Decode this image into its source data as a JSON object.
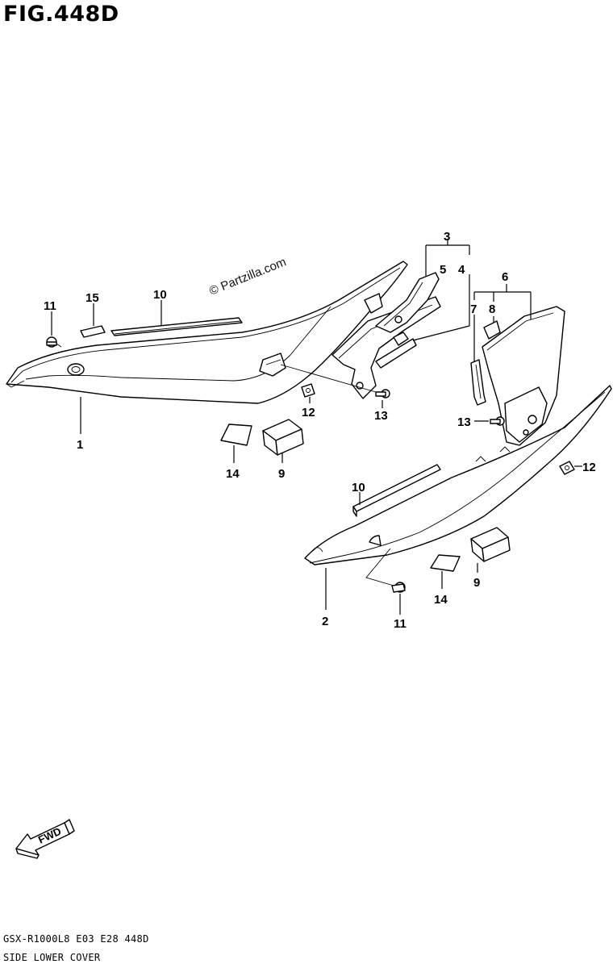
{
  "figure": {
    "title": "FIG.448D",
    "watermark": "© Partzilla.com",
    "fwd_label": "FWD",
    "footer_code": "GSX-R1000L8 E03 E28 448D",
    "footer_name": "SIDE LOWER COVER"
  },
  "callouts": [
    {
      "id": "c1",
      "label": "1"
    },
    {
      "id": "c2",
      "label": "2"
    },
    {
      "id": "c3",
      "label": "3"
    },
    {
      "id": "c4",
      "label": "4"
    },
    {
      "id": "c5",
      "label": "5"
    },
    {
      "id": "c6",
      "label": "6"
    },
    {
      "id": "c7",
      "label": "7"
    },
    {
      "id": "c8",
      "label": "8"
    },
    {
      "id": "c9a",
      "label": "9"
    },
    {
      "id": "c9b",
      "label": "9"
    },
    {
      "id": "c10a",
      "label": "10"
    },
    {
      "id": "c10b",
      "label": "10"
    },
    {
      "id": "c11a",
      "label": "11"
    },
    {
      "id": "c11b",
      "label": "11"
    },
    {
      "id": "c12a",
      "label": "12"
    },
    {
      "id": "c12b",
      "label": "12"
    },
    {
      "id": "c13a",
      "label": "13"
    },
    {
      "id": "c13b",
      "label": "13"
    },
    {
      "id": "c14a",
      "label": "14"
    },
    {
      "id": "c14b",
      "label": "14"
    },
    {
      "id": "c15",
      "label": "15"
    }
  ]
}
